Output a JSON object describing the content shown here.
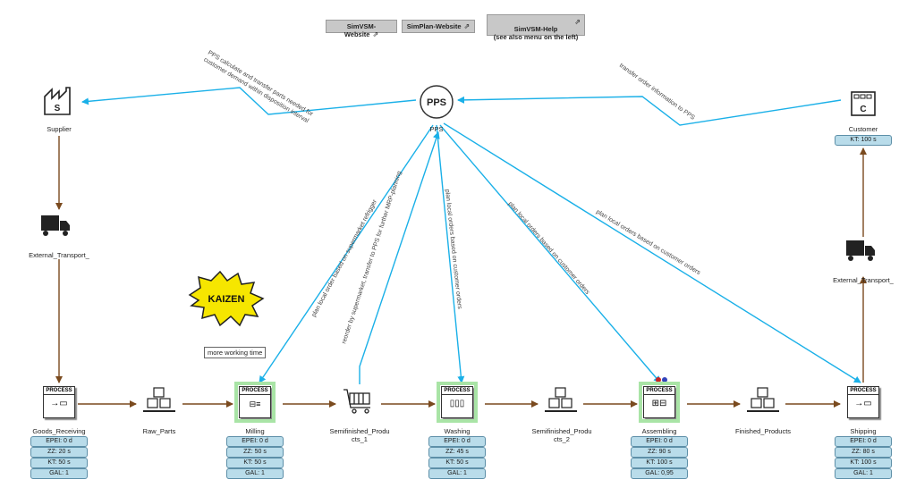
{
  "top_buttons": [
    {
      "label": "SimVSM-Website",
      "icon": "external-link-icon"
    },
    {
      "label": "SimPlan-Website",
      "icon": "external-link-icon"
    },
    {
      "label": "SimVSM-Help\n(see also menu on the left)",
      "icon": "external-link-icon"
    }
  ],
  "pps": {
    "symbol": "PPS",
    "label": "PPS"
  },
  "supplier": {
    "symbol": "S",
    "label": "Supplier"
  },
  "customer": {
    "symbol": "C",
    "label": "Customer",
    "metric": "KT: 100 s"
  },
  "transports": {
    "left": "External_Transport_",
    "right": "External_Transport_"
  },
  "kaizen": {
    "text": "KAIZEN",
    "note": "more working time"
  },
  "process_heading": "PROCESS",
  "processes": {
    "goods_receiving": {
      "label": "Goods_Receiving",
      "metrics": [
        "EPEI: 0 d",
        "ZZ: 20 s",
        "KT: 50 s",
        "GAL: 1"
      ]
    },
    "milling": {
      "label": "Milling",
      "metrics": [
        "EPEI: 0 d",
        "ZZ: 50 s",
        "KT: 50 s",
        "GAL: 1"
      ]
    },
    "washing": {
      "label": "Washing",
      "metrics": [
        "EPEI: 0 d",
        "ZZ: 45 s",
        "KT: 50 s",
        "GAL: 1"
      ]
    },
    "assembling": {
      "label": "Assembling",
      "metrics": [
        "EPEI: 0 d",
        "ZZ: 90 s",
        "KT: 100 s",
        "GAL: 0,95"
      ]
    },
    "shipping": {
      "label": "Shipping",
      "metrics": [
        "EPEI: 0 d",
        "ZZ: 80 s",
        "KT: 100 s",
        "GAL: 1"
      ]
    }
  },
  "inventories": {
    "raw_parts": "Raw_Parts",
    "semi1": "Semifinished_Produ\ncts_1",
    "semi2": "Semifinished_Produ\ncts_2",
    "finished": "Finished_Products"
  },
  "info_flows": {
    "to_supplier": "PPS calculate and transfer parts needed for\ncustomer demand within disposition interval",
    "from_customer": "transfer order information to PPS",
    "to_milling": "plan local order based on supermarket refrigger",
    "from_semi1": "reorder by supermarket, transfer to PPS for further MRP-planning",
    "to_washing": "plan local orders based on customer orders",
    "to_assembling": "plan local orders based on customer orders",
    "to_shipping": "plan local orders based on customer orders"
  },
  "colors": {
    "info_line": "#1ab0e8",
    "material_line": "#7a4a1e",
    "metric_fill": "#b9dcea",
    "highlight": "#a9e4a6"
  }
}
